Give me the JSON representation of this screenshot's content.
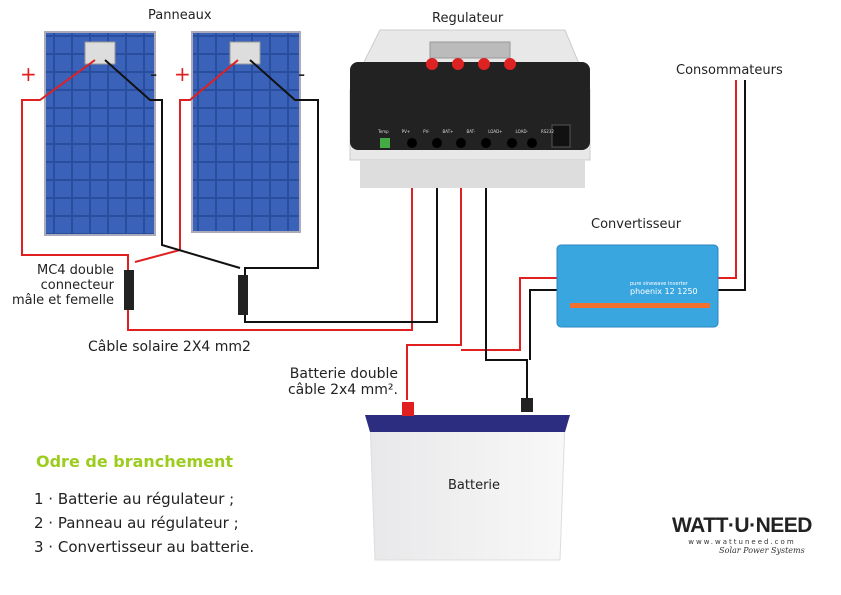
{
  "labels": {
    "panels": "Panneaux",
    "regulator": "Regulateur",
    "consumers": "Consommateurs",
    "inverter": "Convertisseur",
    "mc4_line1": "MC4 double",
    "mc4_line2": "connecteur",
    "mc4_line3": "mâle et femelle",
    "solar_cable": "Câble solaire 2X4 mm2",
    "battery_cable_line1": "Batterie double",
    "battery_cable_line2": "câble 2x4 mm².",
    "battery": "Batterie",
    "plus": "+",
    "minus": "-"
  },
  "regulator_terminals": [
    "Temp",
    "PV+",
    "PV-",
    "BAT+",
    "BAT-",
    "LOAD+",
    "LOAD-",
    "RS232"
  ],
  "inverter_text": {
    "line1": "pure sinewave inverter",
    "line2": "phoenix 12 1250"
  },
  "instructions": {
    "title": "Odre de branchement",
    "steps": [
      "1 ·  Batterie au régulateur ;",
      "2 · Panneau au régulateur ;",
      "3 · Convertisseur au batterie."
    ]
  },
  "logo": {
    "name": "WATT·U·NEED",
    "url": "www.wattuneed.com",
    "tagline": "Solar Power Systems"
  },
  "colors": {
    "positive": "#e02020",
    "negative": "#111111",
    "accent": "#9ccc1e",
    "inverter": "#3aa6e0",
    "panel": "#2a4e9e"
  }
}
